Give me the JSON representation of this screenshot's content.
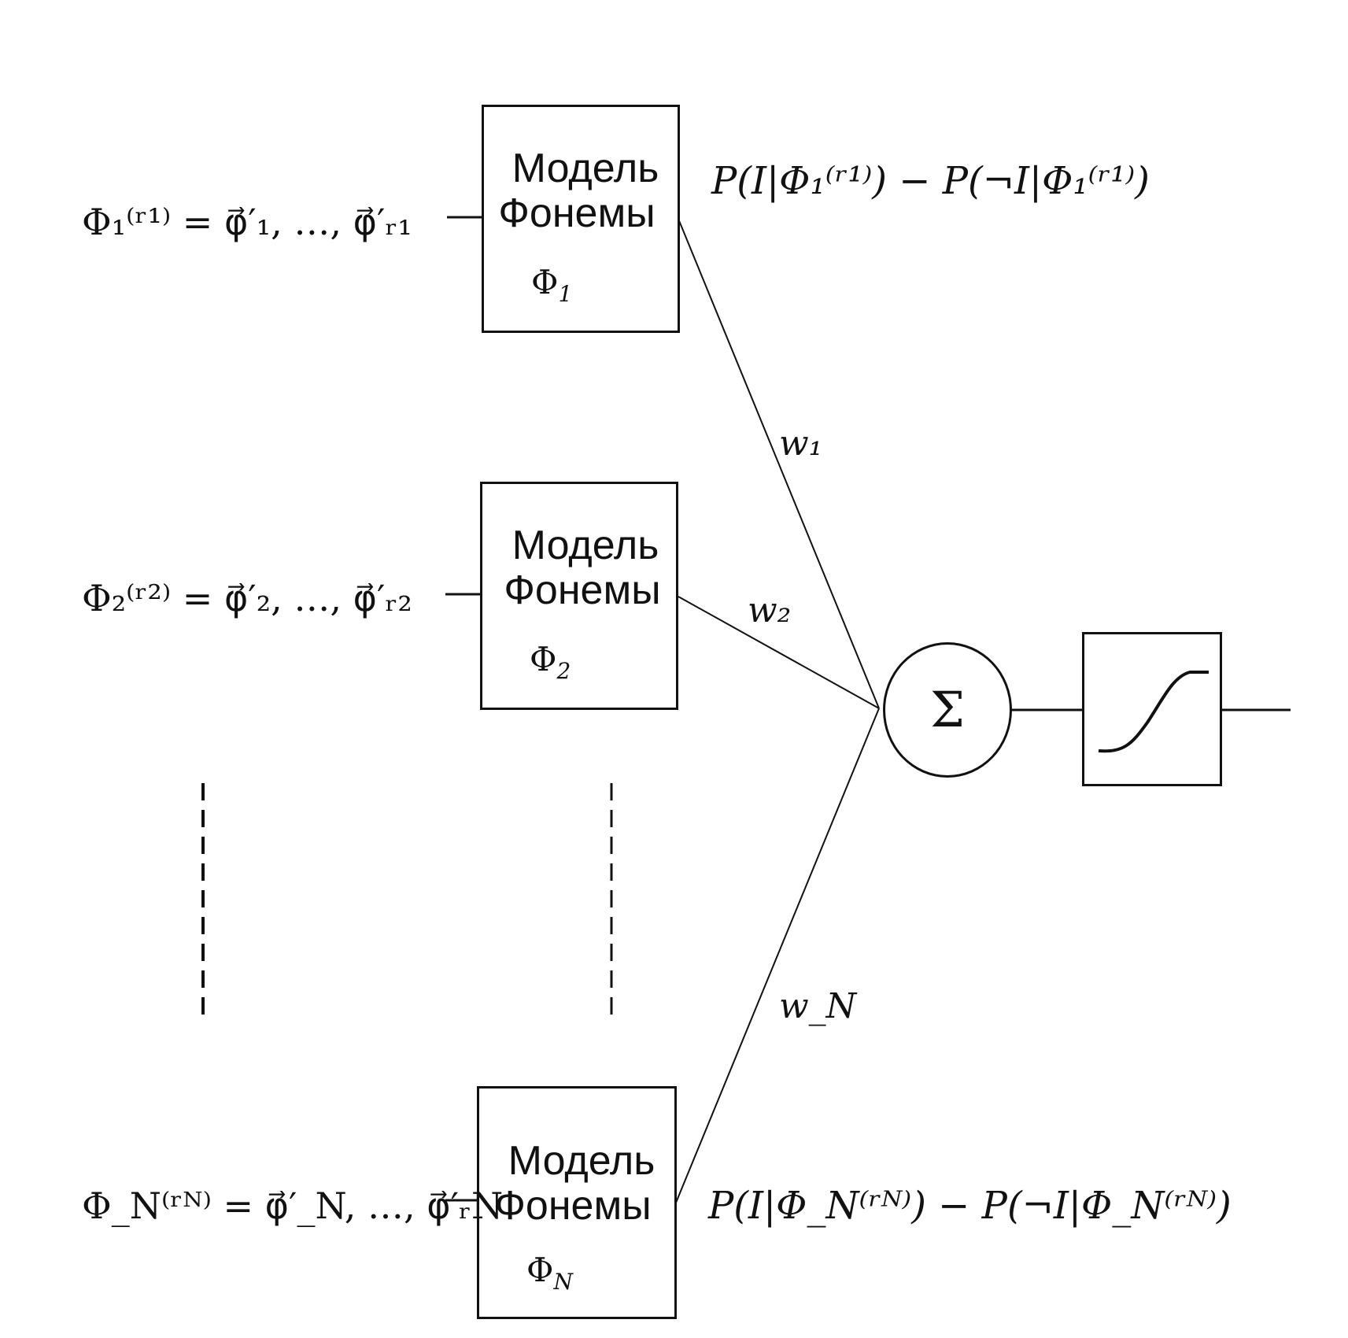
{
  "box_title_line1": "Модель",
  "box_title_line2": "Фонемы",
  "models": [
    {
      "input_seq": "Φ₁⁽ʳ¹⁾ = φ⃗′₁, …, φ⃗′ᵣ₁",
      "symbol": "Φ",
      "symbol_index": "1",
      "weight": "w₁",
      "output_expr": "P(I|Φ₁⁽ʳ¹⁾) − P(¬I|Φ₁⁽ʳ¹⁾)"
    },
    {
      "input_seq": "Φ₂⁽ʳ²⁾ = φ⃗′₂, …, φ⃗′ᵣ₂",
      "symbol": "Φ",
      "symbol_index": "2",
      "weight": "w₂",
      "output_expr": ""
    },
    {
      "input_seq": "Φ_N⁽ʳᴺ⁾ = φ⃗′_N, …, φ⃗′ᵣN",
      "symbol": "Φ",
      "symbol_index": "N",
      "weight": "w_N",
      "output_expr": "P(I|Φ_N⁽ʳᴺ⁾) − P(¬I|Φ_N⁽ʳᴺ⁾)"
    }
  ],
  "summation_symbol": "Σ",
  "activation_icon": "sigmoid-curve-icon",
  "line_color": "#111111",
  "background_color": "#ffffff"
}
